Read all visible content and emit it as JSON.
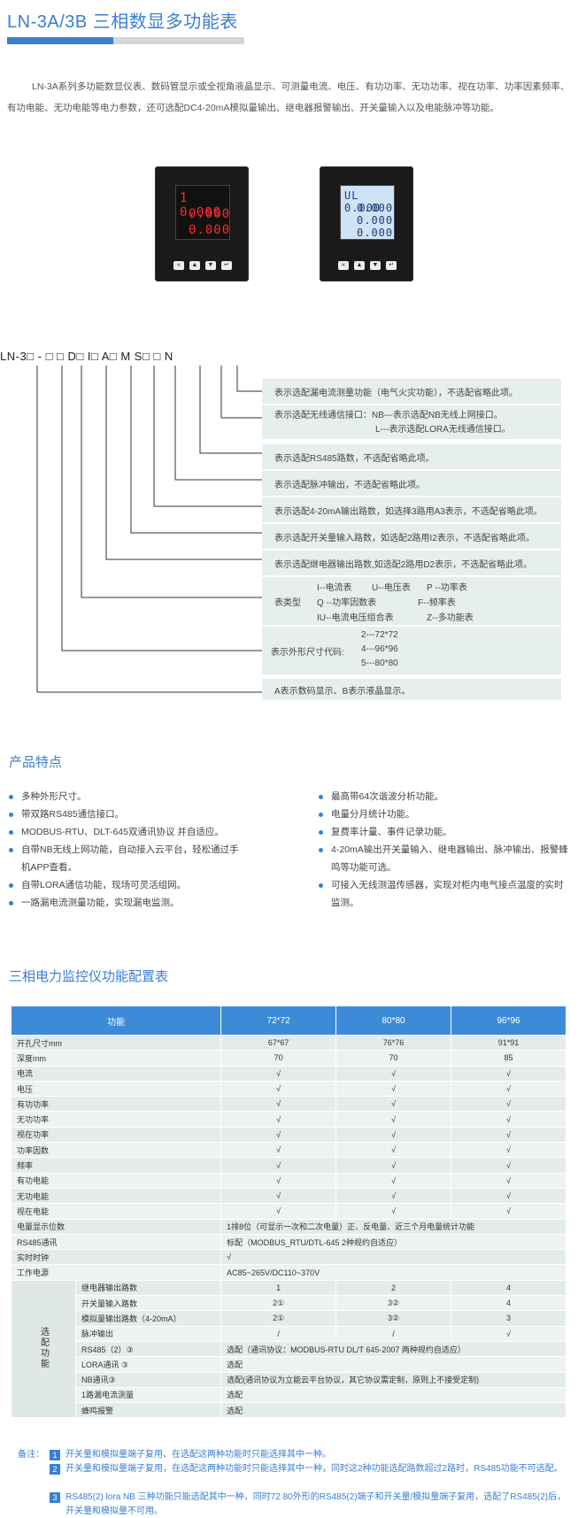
{
  "header": {
    "title": "LN-3A/3B  三相数显多功能表",
    "intro": "LN-3A系列多功能数显仪表、数码管显示或全视角液晶显示、可测量电流、电压、有功功率、无功功率、视在功率、功率因素频率、有功电能、无功电能等电力参数，还可选配DC4-20mA模拟量输出、继电器报警输出、开关量输入以及电能脉冲等功能。"
  },
  "meters": {
    "led_rows": [
      "1 0.000",
      "0.000",
      "0.000"
    ],
    "lcd_rows": [
      "UL 0.000",
      "0.000",
      "0.000",
      "0.000"
    ],
    "buttons": [
      "«",
      "▲",
      "▼",
      "↵"
    ]
  },
  "code": {
    "text": "LN-3□ - □ □ D□ I□ A□ M S□ □ N",
    "descriptions": [
      "表示选配漏电流测量功能（电气火灾功能），不选配省略此项。",
      "表示选配无线通信接口：NB---表示选配NB无线上网接口。",
      "L---表示选配LORA无线通信接口。",
      "表示选配RS485路数，不选配省略此项。",
      "表示选配脉冲输出，不选配省略此项。",
      "表示选配4-20mA输出路数，如选择3路用A3表示，不选配省略此项。",
      "表示选配开关量输入路数，如选配2路用I2表示，不选配省略此项。",
      "表示选配继电器输出路数,如选配2路用D2表示，不选配省略此项。",
      "表类型",
      "I--电流表",
      "U--电压表",
      "P --功率表",
      "Q --功率因数表",
      "F--频率表",
      "IU--电流电压组合表",
      "Z--多功能表",
      "表示外形尺寸代码:",
      "2---72*72",
      "4---96*96",
      "5---80*80",
      "A表示数码显示、B表示液晶显示。"
    ]
  },
  "features": {
    "title": "产品特点",
    "left": [
      "多种外形尺寸。",
      "带双路RS485通信接口。",
      "MODBUS-RTU、DLT-645双通讯协议 并自适应。",
      "自带NB无线上网功能，自动接入云平台，轻松通过手机APP查看。",
      "自带LORA通信功能，现场可灵活组网。",
      "一路漏电流测量功能，实现漏电监测。"
    ],
    "right": [
      "最高带64次谐波分析功能。",
      "电量分月统计功能。",
      "复费率计量、事件记录功能。",
      "4-20mA输出开关量输入、继电器输出、脉冲输出、报警蜂鸣等功能可选。",
      "可接入无线测温传感器，实现对柜内电气接点温度的实时监测。"
    ]
  },
  "table": {
    "title": "三相电力监控仪功能配置表",
    "headers": [
      "功能",
      "72*72",
      "80*80",
      "96*96"
    ],
    "rows": [
      [
        "开孔尺寸mm",
        "67*67",
        "76*76",
        "91*91"
      ],
      [
        "深度mm",
        "70",
        "70",
        "85"
      ],
      [
        "电流",
        "√",
        "√",
        "√"
      ],
      [
        "电压",
        "√",
        "√",
        "√"
      ],
      [
        "有功功率",
        "√",
        "√",
        "√"
      ],
      [
        "无功功率",
        "√",
        "√",
        "√"
      ],
      [
        "视在功率",
        "√",
        "√",
        "√"
      ],
      [
        "功率因数",
        "√",
        "√",
        "√"
      ],
      [
        "频率",
        "√",
        "√",
        "√"
      ],
      [
        "有功电能",
        "√",
        "√",
        "√"
      ],
      [
        "无功电能",
        "√",
        "√",
        "√"
      ],
      [
        "视在电能",
        "√",
        "√",
        "√"
      ]
    ],
    "span_rows": [
      [
        "电量显示位数",
        "1排8位（可显示一次和二次电量）正、反电量、近三个月电量统计功能"
      ],
      [
        "RS485通讯",
        "标配（MODBUS_RTU/DTL-645 2种规约自适应）"
      ],
      [
        "实时时钟",
        "√"
      ],
      [
        "工作电源",
        "AC85~265V/DC110~370V"
      ]
    ],
    "option_label": "选配功能",
    "option_rows": [
      [
        "继电器输出路数",
        "1",
        "2",
        "4"
      ],
      [
        "开关量输入路数",
        "2①",
        "3②",
        "4"
      ],
      [
        "模拟量输出路数（4-20mA）",
        "2①",
        "3②",
        "3"
      ],
      [
        "脉冲输出",
        "/",
        "/",
        "√"
      ]
    ],
    "option_span_rows": [
      [
        "RS485（2）③",
        "选配（通讯协议：MODBUS-RTU DL/T 645-2007 两种规约自适应）"
      ],
      [
        "LORA通讯 ③",
        "选配"
      ],
      [
        "NB通讯③",
        "选配(通讯协议为立能云平台协议，其它协议需定制，原则上不接受定制)"
      ],
      [
        "1路漏电流测量",
        "选配"
      ],
      [
        "蜂鸣报警",
        "选配"
      ]
    ]
  },
  "notes": {
    "label": "备注：",
    "items": [
      {
        "num": "1",
        "text": "开关量和模拟量端子复用、在选配这两种功能时只能选择其中一种。"
      },
      {
        "num": "2",
        "text": "开关量和模拟量端子复用，在选配这两种功能时只能选择其中一种，同时这2种功能选配路数超过2路时，RS485功能不可选配。"
      },
      {
        "num": "3",
        "text": "RS485(2) lora NB 三种功能只能选配其中一种，同时72 80外形的RS485(2)端子和开关量/模拟量端子复用，选配了RS485(2)后，开关量和模拟量不可用。"
      }
    ]
  }
}
